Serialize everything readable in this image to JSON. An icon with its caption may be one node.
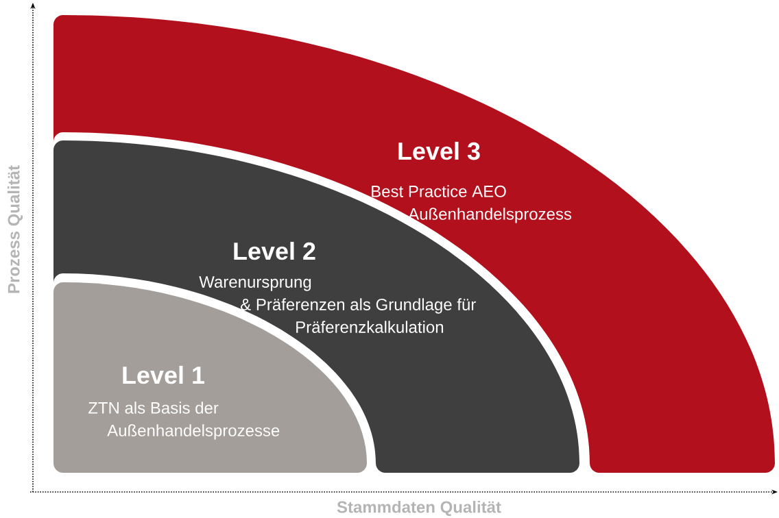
{
  "diagram": {
    "nodes": [
      {
        "text": [
          "Level 3",
          "Best Practice AEO Außenhandelsprozess"
        ]
      },
      {
        "text": [
          "Level 2",
          "Warenursprung & Präferenzen als Grundlage für Präferenzkalkulation"
        ]
      },
      {
        "text": [
          "Level 1",
          "ZTN als Basis der Außenhandelsprozesse"
        ]
      }
    ],
    "labels": [
      "Prozess Qualität",
      "Stammdaten Qualität"
    ]
  }
}
